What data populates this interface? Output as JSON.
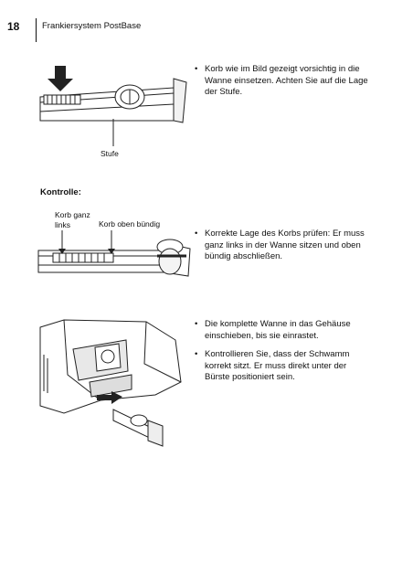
{
  "header": {
    "page_number": "18",
    "title": "Frankiersystem PostBase"
  },
  "figure1": {
    "label_stufe": "Stufe"
  },
  "section1": {
    "bullets": [
      "Korb wie im Bild gezeigt vorsichtig in die Wanne einsetzen. Achten Sie auf die Lage der Stufe."
    ]
  },
  "section2": {
    "heading": "Kontrolle:",
    "label_left_line1": "Korb ganz",
    "label_left_line2": "links",
    "label_right": "Korb oben bündig",
    "bullets": [
      "Korrekte Lage des Korbs prüfen: Er muss ganz links in der Wanne sitzen und oben bündig abschließen."
    ]
  },
  "section3": {
    "bullets": [
      "Die komplette Wanne in das Gehäuse einschieben, bis sie einrastet.",
      "Kontrollieren Sie, dass der Schwamm korrekt sitzt. Er muss direkt unter der Bürste positioniert sein."
    ]
  }
}
